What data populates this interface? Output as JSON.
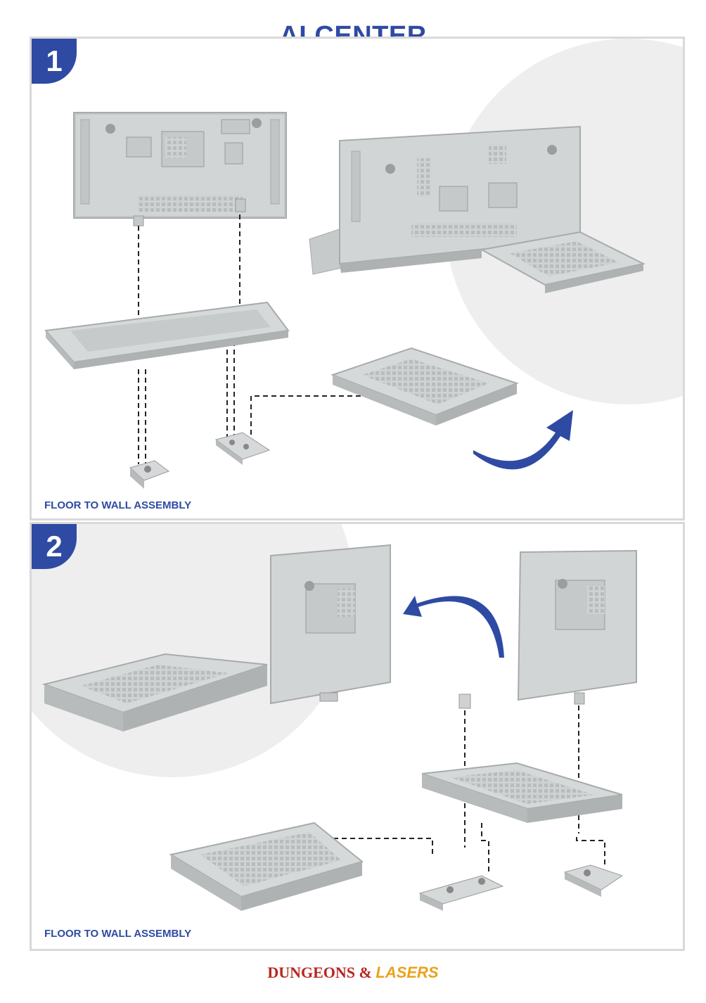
{
  "document": {
    "title": "AI CENTER",
    "steps": [
      {
        "number": "1",
        "caption": "FLOOR TO WALL ASSEMBLY"
      },
      {
        "number": "2",
        "caption": "FLOOR TO WALL ASSEMBLY"
      }
    ],
    "footer": {
      "brand_main": "DUNGEONS",
      "ampersand": "&",
      "brand_accent": "LASERS"
    }
  },
  "colors": {
    "accent": "#2f4aa3",
    "part": "#cfd2d2",
    "part_dark": "#a7abab",
    "circle": "#eeeeee",
    "border": "#d9d9d9",
    "brand_red": "#b8261f",
    "brand_gold": "#e9a21d"
  },
  "icons": [
    "curved-arrow-icon",
    "dashed-guide-line",
    "connector-clip-icon",
    "peg-icon"
  ]
}
